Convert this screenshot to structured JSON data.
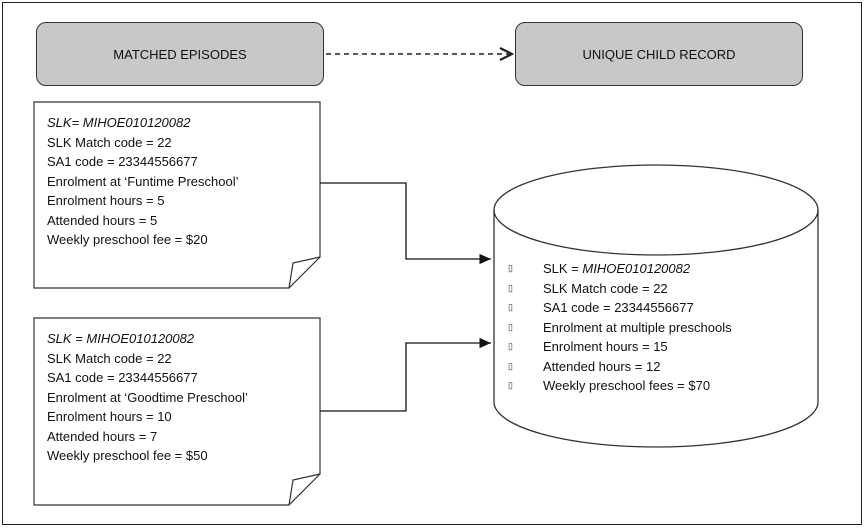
{
  "boxes": {
    "left_label": "MATCHED EPISODES",
    "right_label": "UNIQUE CHILD RECORD"
  },
  "episodes": [
    {
      "slk_key": "SLK=",
      "slk_value": "MIHOE010120082",
      "lines": [
        "SLK Match code = 22",
        "SA1 code = 23344556677",
        "Enrolment at ‘Funtime Preschool’",
        "Enrolment hours = 5",
        "Attended hours = 5",
        "Weekly preschool fee = $20"
      ]
    },
    {
      "slk_key": "SLK =",
      "slk_value": "MIHOE010120082",
      "lines": [
        "SLK Match code = 22",
        "SA1 code = 23344556677",
        "Enrolment at ‘Goodtime Preschool’",
        "Enrolment hours = 10",
        "Attended hours = 7",
        "Weekly preschool fee = $50"
      ]
    }
  ],
  "record": {
    "bullet": "▯",
    "slk_key": "SLK =",
    "slk_value": "MIHOE010120082",
    "lines": [
      "SLK Match code = 22",
      "SA1 code = 23344556677",
      "Enrolment at multiple preschools",
      "Enrolment hours = 15",
      "Attended hours = 12",
      "Weekly preschool fees = $70"
    ]
  }
}
